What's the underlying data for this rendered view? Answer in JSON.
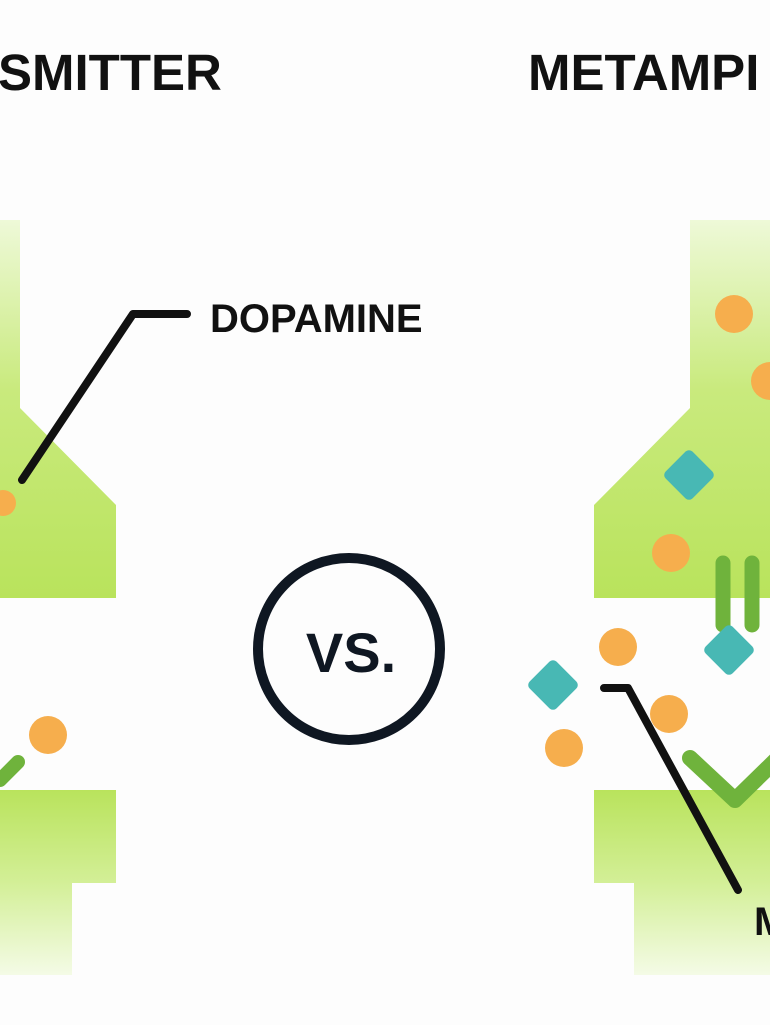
{
  "left_panel": {
    "title": "SMITTER",
    "label": "DOPAMINE"
  },
  "center": {
    "label": "VS."
  },
  "right_panel": {
    "title": "METAMPI",
    "label": "M"
  },
  "colors": {
    "neuron_green": "#b9e35c",
    "neuron_green_light": "#e7f6c6",
    "receptor_green": "#6fb33c",
    "dopamine_orange": "#f6ae4d",
    "meth_teal": "#48b8b4",
    "ink": "#111111",
    "circle": "#0f1722"
  }
}
